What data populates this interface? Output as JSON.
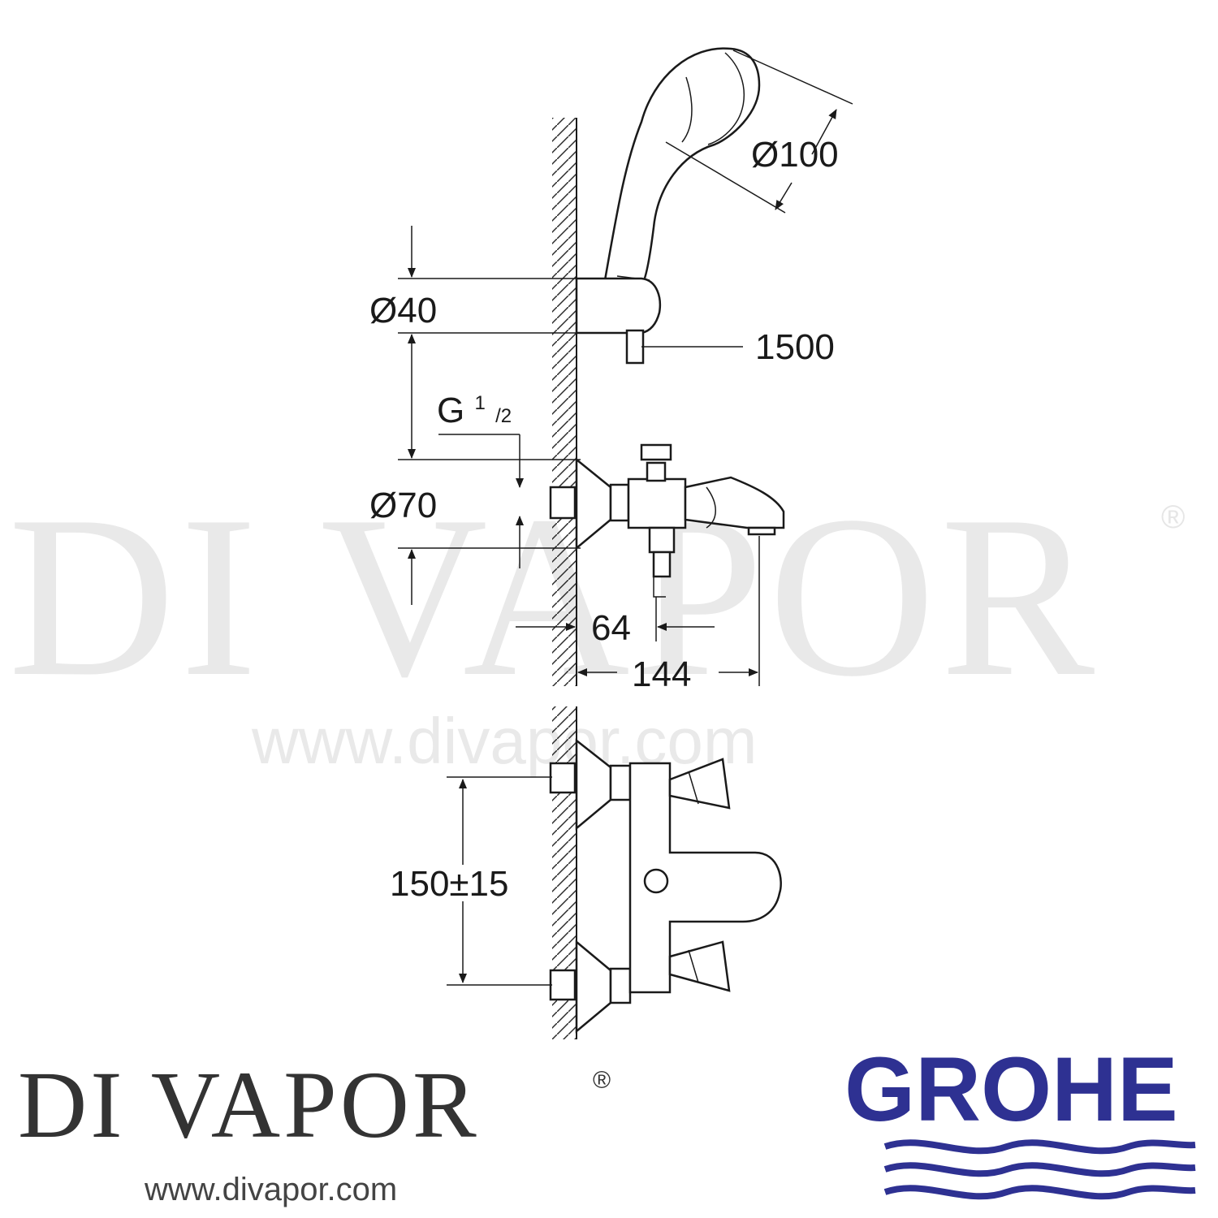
{
  "watermark": {
    "name": "DI VAPOR",
    "registered": "®",
    "url": "www.divapor.com"
  },
  "dimensions": {
    "handshower_diameter": "Ø100",
    "holder_diameter": "Ø40",
    "hose_length": "1500",
    "thread_main": "G",
    "thread_sup": "1",
    "thread_sub": "/2",
    "flange_diameter": "Ø70",
    "spout_offset": "64",
    "projection": "144",
    "centers": "150±15"
  },
  "footer": {
    "brand_name": "DI VAPOR",
    "brand_registered": "®",
    "brand_url": "www.divapor.com",
    "manufacturer_logo": "GROHE"
  },
  "colors": {
    "grohe_blue": "#2e3192",
    "drawing": "#1a1a1a",
    "watermark": "#e9e9e9"
  }
}
